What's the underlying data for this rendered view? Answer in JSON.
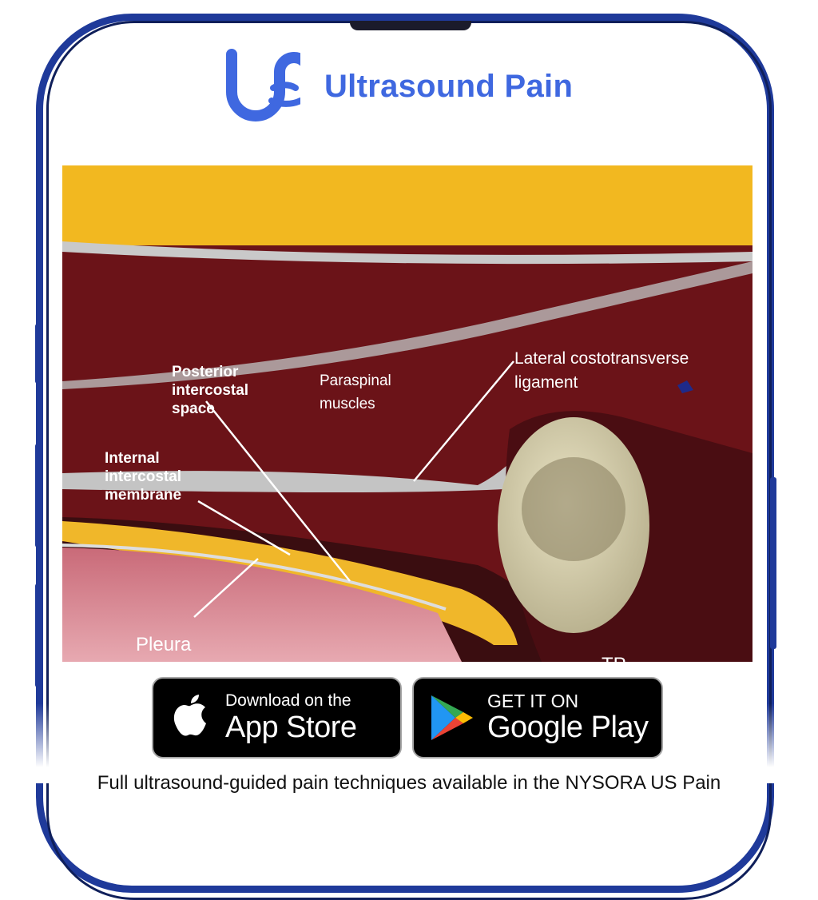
{
  "brand": {
    "name": "Ultrasound Pain",
    "color": "#3f68e0"
  },
  "illustration": {
    "labels": {
      "posterior_intercostal_space": [
        "Posterior",
        "intercostal",
        "space"
      ],
      "paraspinal_muscles": [
        "Paraspinal",
        "muscles"
      ],
      "lateral_costotransverse_ligament": [
        "Lateral costotransverse",
        "ligament"
      ],
      "internal_intercostal_membrane": [
        "Internal",
        "intercostal",
        "membrane"
      ],
      "pleura": "Pleura",
      "tp": "TP"
    }
  },
  "app_store": {
    "small": "Download on the",
    "big": "App Store",
    "icon": "apple-icon"
  },
  "google_play": {
    "small": "GET IT ON",
    "big": "Google Play",
    "icon": "google-play-icon"
  },
  "caption": "Full ultrasound-guided pain techniques available in the NYSORA US Pain"
}
